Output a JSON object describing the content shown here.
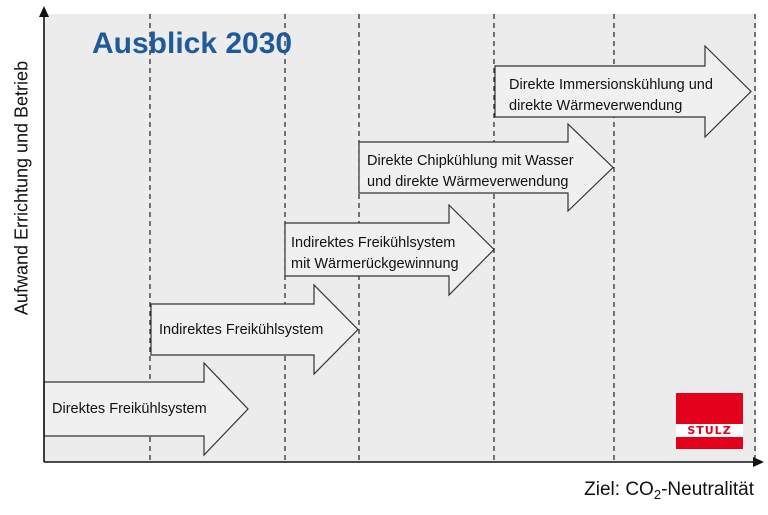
{
  "title": "Ausblick 2030",
  "y_axis_label": "Aufwand Errichtung und Betrieb",
  "x_axis_label": {
    "prefix": "Ziel: CO",
    "subscript": "2",
    "suffix": "-Neutralität"
  },
  "logo_text": "STULZ",
  "colors": {
    "title": "#1f5a9a",
    "plot_background": "#ececec",
    "arrow_fill": "#f0f0f0",
    "arrow_stroke": "#333333",
    "logo": "#e2001a"
  },
  "steps": [
    {
      "lines": [
        "Direktes Freikühlsystem"
      ]
    },
    {
      "lines": [
        "Indirektes Freikühlsystem"
      ]
    },
    {
      "lines": [
        "Indirektes Freikühlsystem",
        "mit Wärmerückgewinnung"
      ]
    },
    {
      "lines": [
        "Direkte Chipkühlung mit Wasser",
        "und direkte Wärmeverwendung"
      ]
    },
    {
      "lines": [
        "Direkte Immersionskühlung und",
        "direkte Wärmeverwendung"
      ]
    }
  ]
}
